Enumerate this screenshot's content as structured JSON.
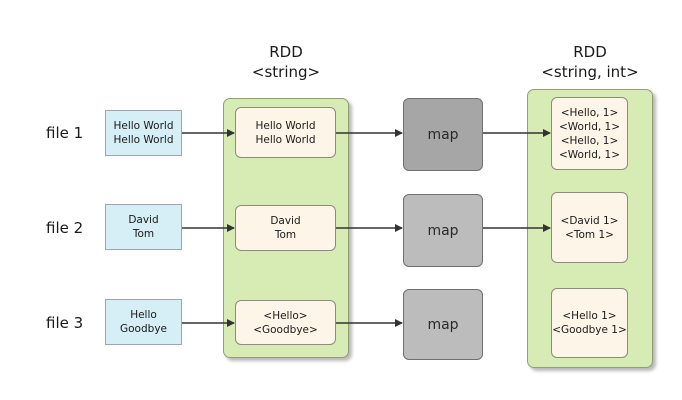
{
  "headers": {
    "left": {
      "line1": "RDD",
      "line2": "<string>"
    },
    "right": {
      "line1": "RDD",
      "line2": "<string, int>"
    }
  },
  "rows": [
    {
      "file_label": "file 1",
      "input": [
        "Hello World",
        "Hello World"
      ],
      "rdd_string": [
        "Hello World",
        "Hello World"
      ],
      "map_label": "map",
      "rdd_pair": [
        "<Hello, 1>",
        "<World, 1>",
        "<Hello, 1>",
        "<World, 1>"
      ]
    },
    {
      "file_label": "file 2",
      "input": [
        "David",
        "Tom"
      ],
      "rdd_string": [
        "David",
        "Tom"
      ],
      "map_label": "map",
      "rdd_pair": [
        "<David 1>",
        "<Tom 1>"
      ]
    },
    {
      "file_label": "file 3",
      "input": [
        "Hello",
        "Goodbye"
      ],
      "rdd_string": [
        "<Hello>",
        "<Goodbye>"
      ],
      "map_label": "map",
      "rdd_pair": [
        "<Hello 1>",
        "<Goodbye 1>"
      ]
    }
  ],
  "colors": {
    "file_box": "#d6eef6",
    "rdd_panel": "#d6ecb4",
    "cell": "#fdf5e8",
    "map_dark": "#a6a6a6",
    "map_light": "#bcbcbc",
    "arrow": "#333333"
  }
}
